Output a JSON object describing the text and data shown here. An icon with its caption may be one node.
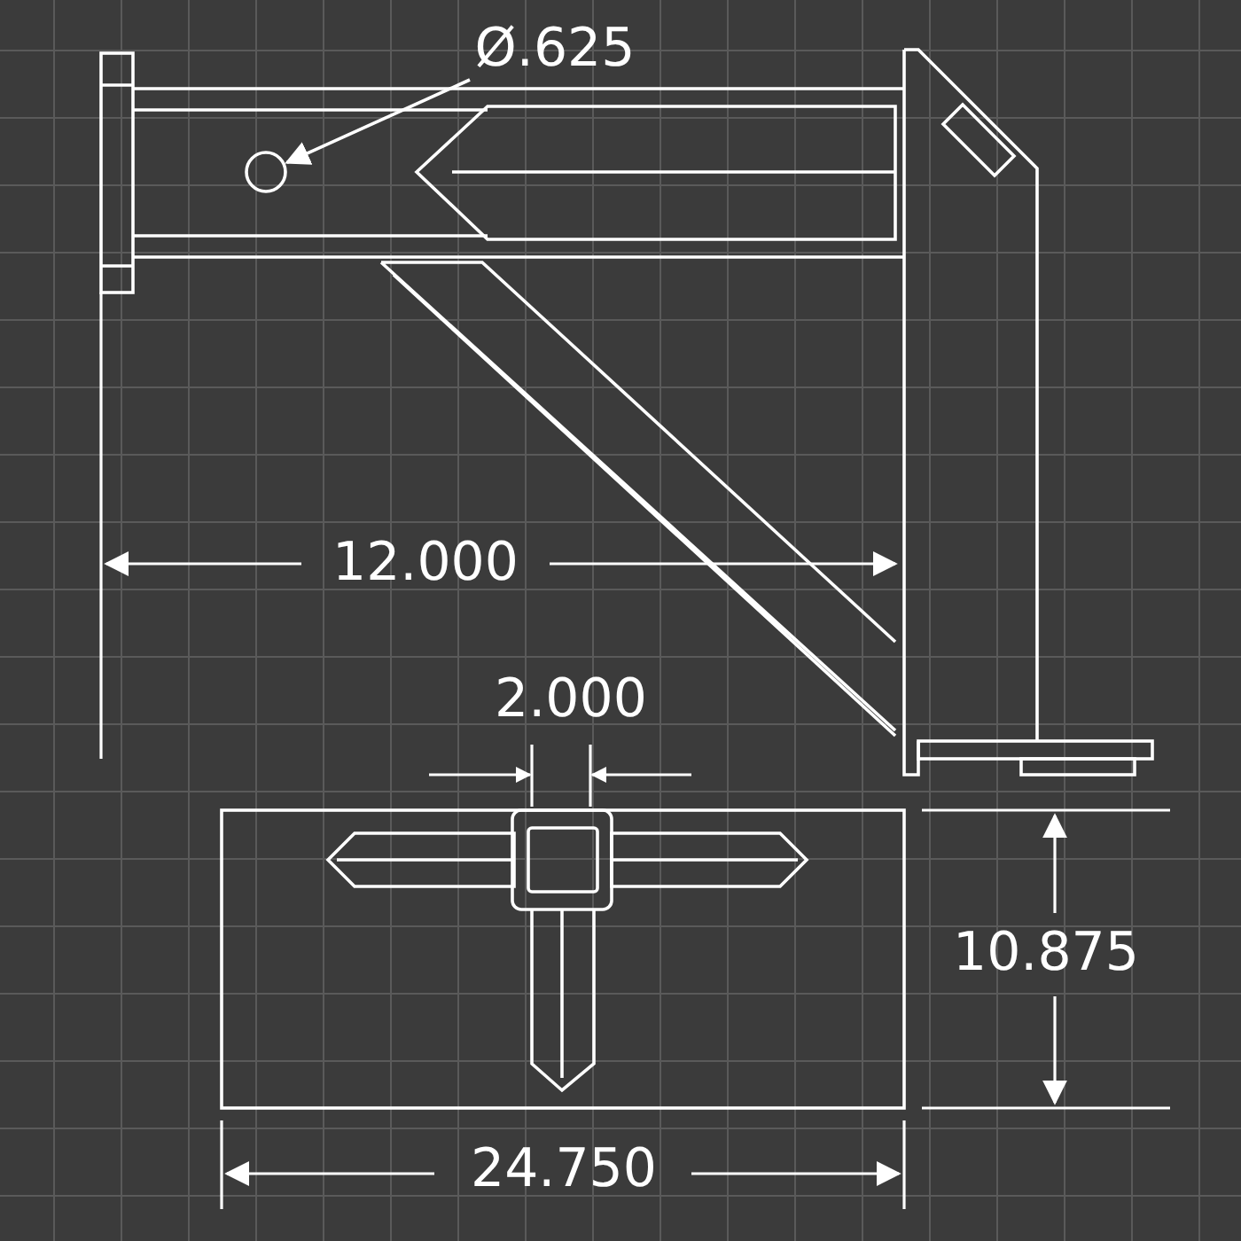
{
  "diagram": {
    "nodes": [
      {
        "text": [
          "Ø.625"
        ]
      },
      {
        "text": [],
        "shape": "circle"
      }
    ],
    "edges": [
      {
        "from": 0,
        "to": 1,
        "arrow": "to"
      }
    ],
    "labels": [
      "12.000",
      "2.000",
      "10.875",
      "24.750"
    ]
  }
}
